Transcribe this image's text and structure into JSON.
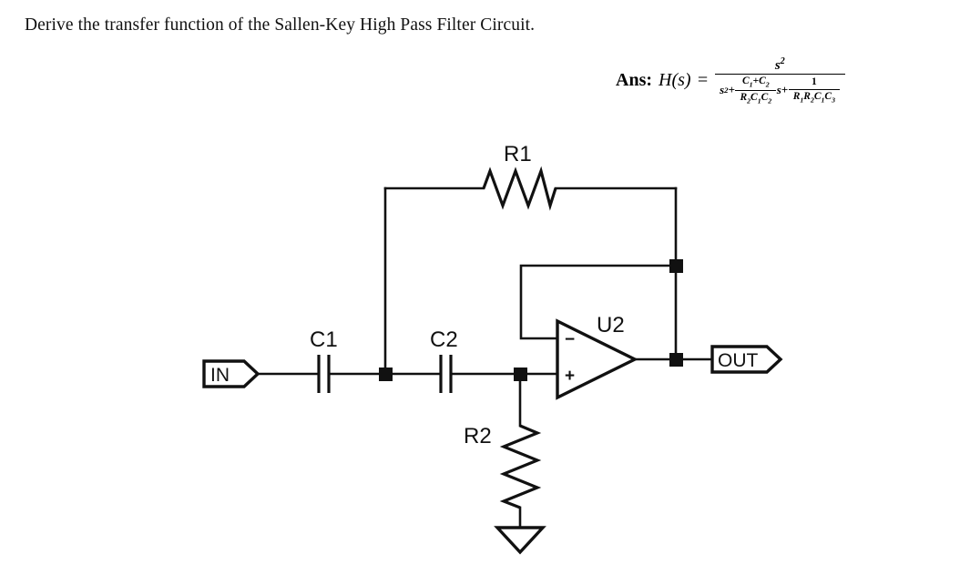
{
  "prompt": {
    "text": "Derive the transfer function of the Sallen-Key High Pass Filter Circuit."
  },
  "answer": {
    "label": "Ans:",
    "function_name": "H(s)",
    "equals": "=",
    "numerator": "s",
    "numerator_exponent": "2",
    "denominator": {
      "term1": "s",
      "term1_exponent": "2",
      "plus1": "+",
      "frac1_numerator_a": "C",
      "frac1_numerator_a_sub": "1",
      "frac1_numerator_plus": "+",
      "frac1_numerator_b": "C",
      "frac1_numerator_b_sub": "2",
      "frac1_denominator_r": "R",
      "frac1_denominator_r_sub": "2",
      "frac1_denominator_c1": "C",
      "frac1_denominator_c1_sub": "1",
      "frac1_denominator_c2": "C",
      "frac1_denominator_c2_sub": "2",
      "s_variable": "s",
      "plus2": "+",
      "frac2_numerator": "1",
      "frac2_denominator_r1": "R",
      "frac2_denominator_r1_sub": "1",
      "frac2_denominator_r2": "R",
      "frac2_denominator_r2_sub": "2",
      "frac2_denominator_c1": "C",
      "frac2_denominator_c1_sub": "1",
      "frac2_denominator_c3": "C",
      "frac2_denominator_c3_sub": "3"
    },
    "plain_text": "H(s) = s^2 / ( s^2 + ((C1+C2)/(R2*C1*C2))*s + 1/(R1*R2*C1*C3) )"
  },
  "circuit": {
    "title": "Sallen-Key High Pass Filter Circuit",
    "components": {
      "r1_label": "R1",
      "r2_label": "R2",
      "c1_label": "C1",
      "c2_label": "C2",
      "opamp_label": "U2",
      "opamp_minus": "−",
      "opamp_plus": "+"
    },
    "ports": {
      "input_label": "IN",
      "output_label": "OUT"
    },
    "ground": {
      "symbol": "ground-triangle"
    },
    "colors": {
      "wire": "#111111",
      "background": "#ffffff"
    }
  }
}
